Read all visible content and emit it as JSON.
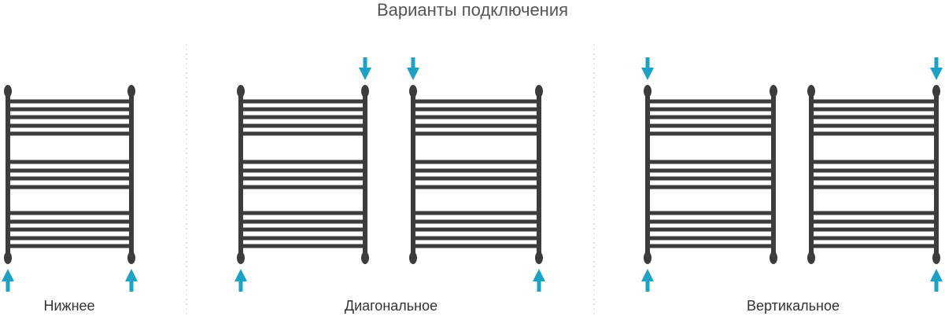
{
  "title": "Варианты подключения",
  "colors": {
    "rail": "#3d3c3b",
    "arrow": "#1ba3c7",
    "divider": "#cccccc",
    "title": "#555555",
    "label": "#333333"
  },
  "groups": [
    {
      "label": "Нижнее",
      "radiators": [
        {
          "inlets": [
            "bottom-left",
            "bottom-right"
          ]
        }
      ]
    },
    {
      "label": "Диагональное",
      "radiators": [
        {
          "inlets": [
            "top-right",
            "bottom-left"
          ]
        },
        {
          "inlets": [
            "top-left",
            "bottom-right"
          ]
        }
      ]
    },
    {
      "label": "Вертикальное",
      "radiators": [
        {
          "inlets": [
            "top-left",
            "bottom-left"
          ]
        },
        {
          "inlets": [
            "top-right",
            "bottom-right"
          ]
        }
      ]
    }
  ]
}
